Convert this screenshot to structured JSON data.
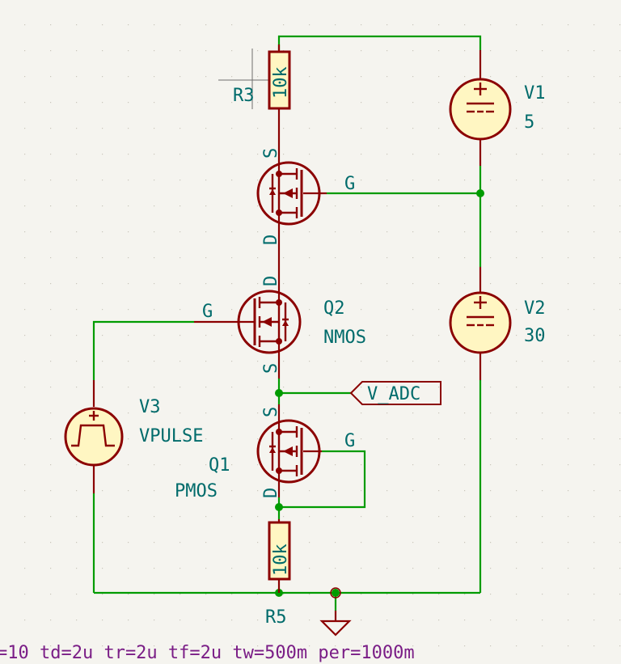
{
  "schematic": {
    "components": {
      "R3": {
        "ref": "R3",
        "value": "10k"
      },
      "R5": {
        "ref": "R5",
        "value": "10k"
      },
      "V1": {
        "ref": "V1",
        "value": "5"
      },
      "V2": {
        "ref": "V2",
        "value": "30"
      },
      "V3": {
        "ref": "V3",
        "value": "VPULSE"
      },
      "Q1": {
        "ref": "Q1",
        "value": "PMOS"
      },
      "Q2": {
        "ref": "Q2",
        "value": "NMOS"
      },
      "Q3": {}
    },
    "pin_labels": {
      "q3_s": "S",
      "q3_d": "D",
      "q3_g": "G",
      "q2_d": "D",
      "q2_s": "S",
      "q2_g": "G",
      "q1_s": "S",
      "q1_d": "D",
      "q1_g": "G"
    },
    "net_labels": {
      "v_adc": "V_ADC"
    },
    "pulse_params": "=10 td=2u tr=2u tf=2u tw=500m per=1000m"
  }
}
